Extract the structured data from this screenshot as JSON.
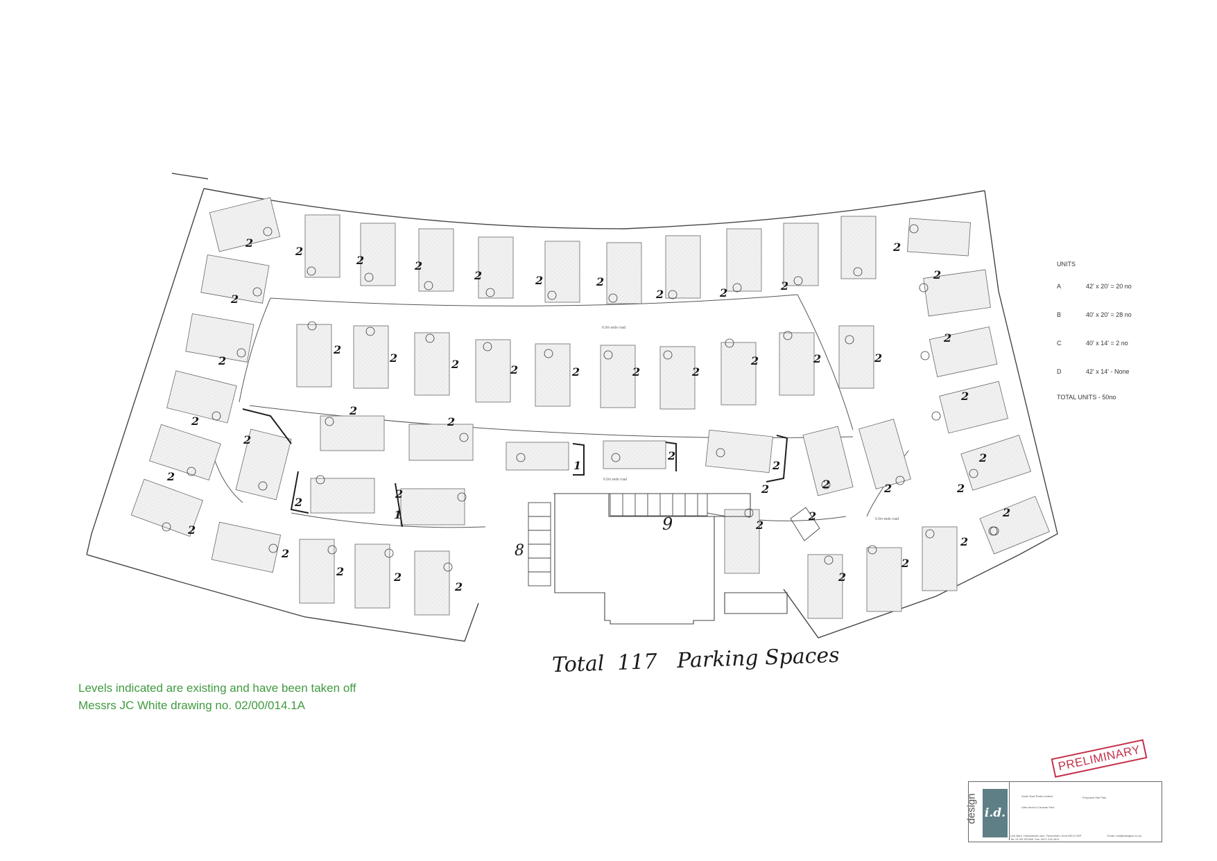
{
  "units_legend": {
    "title": "UNITS",
    "rows": [
      {
        "key": "A",
        "value": "42' x 20' = 20 no"
      },
      {
        "key": "B",
        "value": "40' x 20' = 28 no"
      },
      {
        "key": "C",
        "value": "40' x 14' = 2 no"
      },
      {
        "key": "D",
        "value": "42' x 14' - None"
      }
    ],
    "total": "TOTAL UNITS - 50no"
  },
  "levels_note": {
    "line1": "Levels indicated are existing and have been taken off",
    "line2": "Messrs JC White drawing no. 02/00/014.1A"
  },
  "handwritten": {
    "total": "Total  117   Parking Spaces",
    "bay_8": "8",
    "bay_9": "9"
  },
  "stamp": "PRELIMINARY",
  "title_block": {
    "logo_word": "design",
    "logo_mark": "i.d.",
    "client": "South East Parks Limited",
    "site_name": "Little Anchor Caravan Park",
    "drawing_title": "Proposed Site Plan",
    "address_line": "Link Barn, Hollowshall Lane, Faversham, Kent ME13 0SP",
    "tel_line": "Tel: 01795 537566  Fax: 0871 216 1611",
    "email_line": "Email: mail@designid.co.uk"
  },
  "plan": {
    "road_label": "6.0m wide road",
    "road_label_2": "6.0m wide road",
    "road_label_3": "6.0m wide road"
  }
}
